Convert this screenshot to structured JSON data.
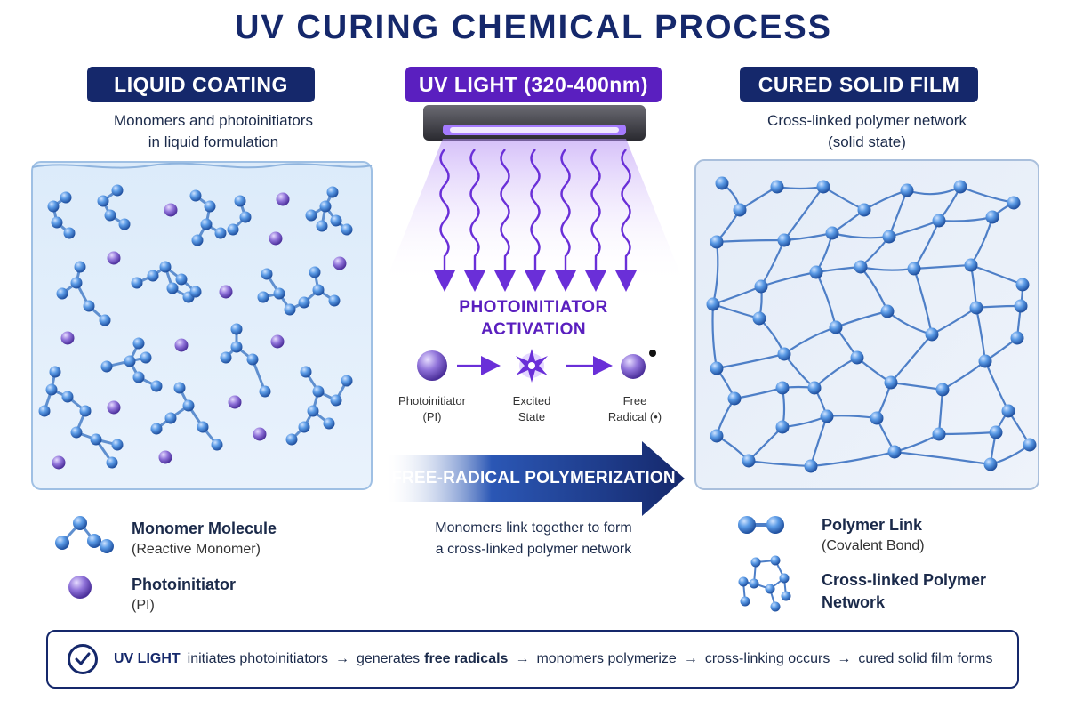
{
  "title": "UV CURING CHEMICAL PROCESS",
  "panels": {
    "liquid": {
      "label": "LIQUID COATING",
      "subtitle_line1": "Monomers and photoinitiators",
      "subtitle_line2": "in liquid formulation"
    },
    "uv": {
      "label": "UV LIGHT (320-400nm)"
    },
    "cured": {
      "label": "CURED SOLID FILM",
      "subtitle_line1": "Cross-linked polymer network",
      "subtitle_line2": "(solid state)"
    }
  },
  "activation": {
    "title_line1": "PHOTOINITIATOR",
    "title_line2": "ACTIVATION",
    "steps": [
      {
        "line1": "Photoinitiator",
        "line2": "(PI)"
      },
      {
        "line1": "Excited",
        "line2": "State"
      },
      {
        "line1": "Free",
        "line2": "Radical (•)"
      }
    ]
  },
  "polymerization": {
    "label": "FREE-RADICAL POLYMERIZATION",
    "desc_line1": "Monomers link together to form",
    "desc_line2": "a cross-linked polymer network"
  },
  "legend_left": [
    {
      "title": "Monomer Molecule",
      "sub": "(Reactive Monomer)",
      "icon": "monomer-icon"
    },
    {
      "title": "Photoinitiator",
      "sub": "(PI)",
      "icon": "photoinitiator-icon"
    }
  ],
  "legend_right": [
    {
      "title": "Polymer Link",
      "sub": "(Covalent Bond)",
      "icon": "polymer-link-icon"
    },
    {
      "title": "Cross-linked Polymer",
      "sub": "Network",
      "icon": "network-icon"
    }
  ],
  "footer": {
    "uv": "UV LIGHT",
    "s1": "initiates photoinitiators",
    "s2": "generates",
    "s2b": "free radicals",
    "s3": "monomers polymerize",
    "s4": "cross-linking occurs",
    "s5": "cured solid film forms",
    "arrow": "→"
  },
  "colors": {
    "navy": "#15286b",
    "purple": "#5a1fbf",
    "monomer_blue": "#3f7fd0",
    "photoinitiator_purple": "#7a5bc8"
  }
}
